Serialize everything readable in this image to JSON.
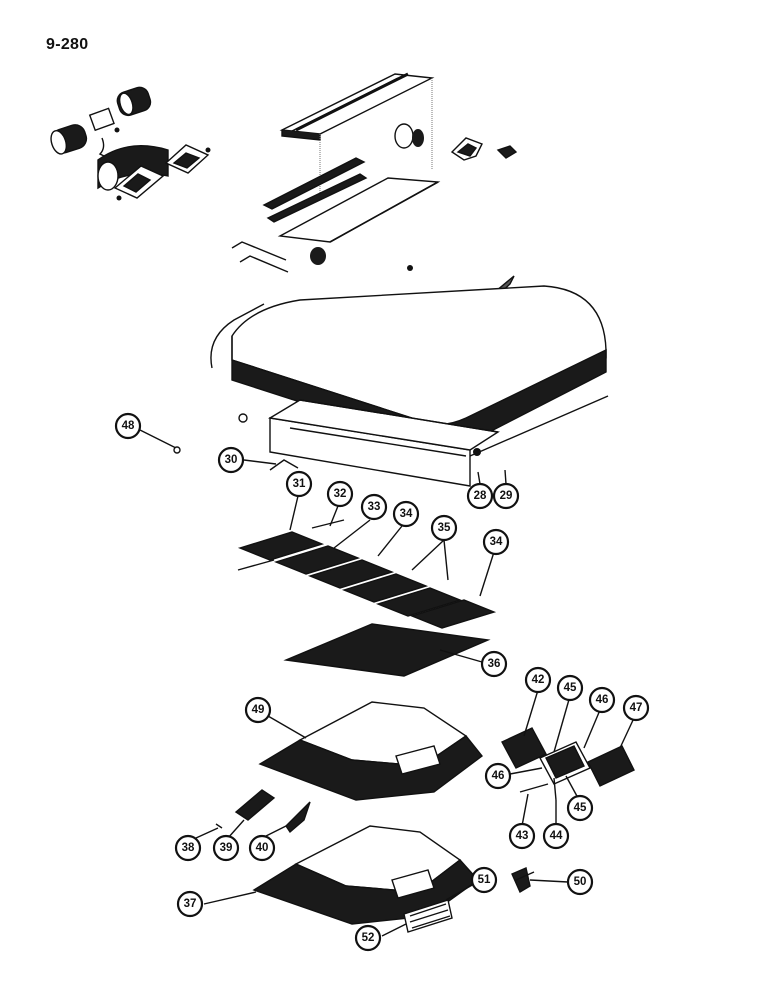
{
  "page": {
    "title": "9-280"
  },
  "callouts": [
    {
      "id": "c48",
      "label": "48"
    },
    {
      "id": "c30",
      "label": "30"
    },
    {
      "id": "c28",
      "label": "28"
    },
    {
      "id": "c29",
      "label": "29"
    },
    {
      "id": "c31",
      "label": "31"
    },
    {
      "id": "c32",
      "label": "32"
    },
    {
      "id": "c33",
      "label": "33"
    },
    {
      "id": "c34a",
      "label": "34"
    },
    {
      "id": "c35",
      "label": "35"
    },
    {
      "id": "c34b",
      "label": "34"
    },
    {
      "id": "c36",
      "label": "36"
    },
    {
      "id": "c49",
      "label": "49"
    },
    {
      "id": "c42",
      "label": "42"
    },
    {
      "id": "c45a",
      "label": "45"
    },
    {
      "id": "c46a",
      "label": "46"
    },
    {
      "id": "c47",
      "label": "47"
    },
    {
      "id": "c46b",
      "label": "46"
    },
    {
      "id": "c45b",
      "label": "45"
    },
    {
      "id": "c43",
      "label": "43"
    },
    {
      "id": "c44",
      "label": "44"
    },
    {
      "id": "c38",
      "label": "38"
    },
    {
      "id": "c39",
      "label": "39"
    },
    {
      "id": "c40",
      "label": "40"
    },
    {
      "id": "c37",
      "label": "37"
    },
    {
      "id": "c51",
      "label": "51"
    },
    {
      "id": "c50",
      "label": "50"
    },
    {
      "id": "c52",
      "label": "52"
    }
  ],
  "colors": {
    "ink": "#111111",
    "part_fill": "#1a1a1a",
    "paper": "#ffffff"
  }
}
